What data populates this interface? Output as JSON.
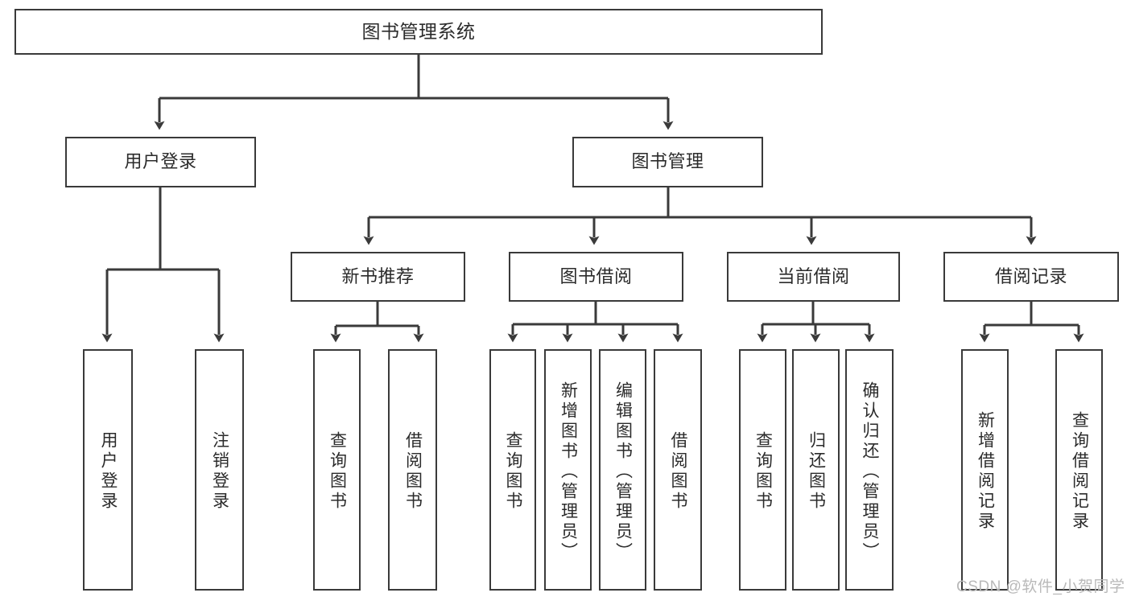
{
  "diagram": {
    "type": "tree",
    "title": "图书管理系统",
    "root": {
      "label": "图书管理系统"
    },
    "level2": [
      {
        "label": "用户登录"
      },
      {
        "label": "图书管理"
      }
    ],
    "level3": [
      {
        "label": "新书推荐"
      },
      {
        "label": "图书借阅"
      },
      {
        "label": "当前借阅"
      },
      {
        "label": "借阅记录"
      }
    ],
    "leaves": [
      {
        "label": "用户登录",
        "parent": "用户登录"
      },
      {
        "label": "注销登录",
        "parent": "用户登录"
      },
      {
        "label": "查询图书",
        "parent": "新书推荐"
      },
      {
        "label": "借阅图书",
        "parent": "新书推荐"
      },
      {
        "label": "查询图书",
        "parent": "图书借阅"
      },
      {
        "label": "新增图书（管理员）",
        "parent": "图书借阅"
      },
      {
        "label": "编辑图书（管理员）",
        "parent": "图书借阅"
      },
      {
        "label": "借阅图书",
        "parent": "图书借阅"
      },
      {
        "label": "查询图书",
        "parent": "当前借阅"
      },
      {
        "label": "归还图书",
        "parent": "当前借阅"
      },
      {
        "label": "确认归还（管理员）",
        "parent": "当前借阅"
      },
      {
        "label": "新增借阅记录",
        "parent": "借阅记录"
      },
      {
        "label": "查询借阅记录",
        "parent": "借阅记录"
      }
    ],
    "colors": {
      "border": "#3a3a3a",
      "text": "#2b2b2b",
      "background": "#ffffff",
      "watermark": "#b9b9b9"
    }
  },
  "watermark": {
    "text": "CSDN @软件_小贺同学"
  }
}
